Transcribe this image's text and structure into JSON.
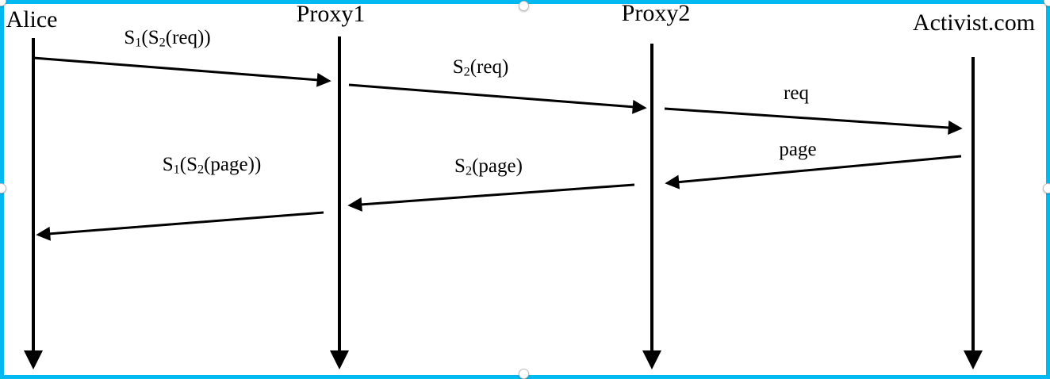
{
  "diagram": {
    "type": "sequence",
    "actors": [
      {
        "name": "Alice"
      },
      {
        "name": "Proxy1"
      },
      {
        "name": "Proxy2"
      },
      {
        "name": "Activist.com"
      }
    ],
    "messages": [
      {
        "label": "S₁(S₂(req))",
        "from": "Alice",
        "to": "Proxy1"
      },
      {
        "label": "S₂(req)",
        "from": "Proxy1",
        "to": "Proxy2"
      },
      {
        "label": "req",
        "from": "Proxy2",
        "to": "Activist.com"
      },
      {
        "label": "page",
        "from": "Activist.com",
        "to": "Proxy2"
      },
      {
        "label": "S₂(page)",
        "from": "Proxy2",
        "to": "Proxy1"
      },
      {
        "label": "S₁(S₂(page))",
        "from": "Proxy1",
        "to": "Alice"
      }
    ]
  },
  "selection": {
    "border_color": "#00b9f1",
    "handle_color": "#ffffff",
    "line_color": "#000000"
  }
}
